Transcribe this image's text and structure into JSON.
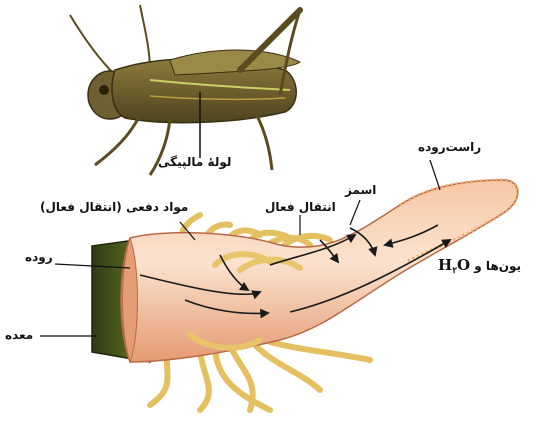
{
  "labels": {
    "malpighian_tubule": "لولهٔ مالپیگی",
    "excreted_material": "مواد دفعی (انتقال فعال)",
    "active_transport": "انتقال فعال",
    "osmosis": "اسمز",
    "rectum": "راست‌روده",
    "intestine": "روده",
    "stomach": "معده",
    "ions_and": "یون‌ها و",
    "water_H": "H",
    "water_sub": "۲",
    "water_O": "O"
  },
  "colors": {
    "gut": "#f2b08e",
    "gut_light": "#fbe0c8",
    "stomach_band": "#3d4a1e",
    "tubules": "#e8c46a",
    "grasshopper": "#6b5a2a",
    "arrow": "#1a1a1a"
  }
}
